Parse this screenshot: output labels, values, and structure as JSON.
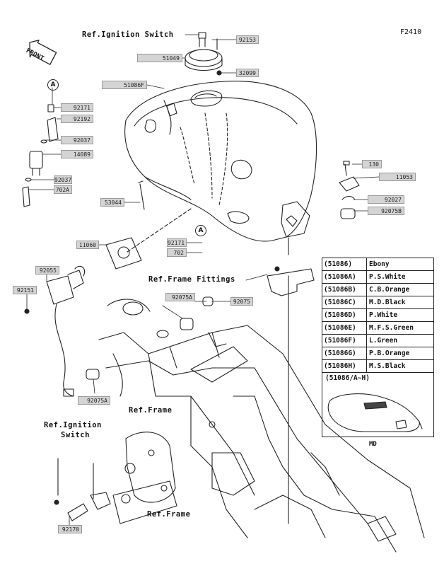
{
  "figure_code": "F2410",
  "front_label": "FRONT",
  "refs": {
    "ignition_top": "Ref.Ignition Switch",
    "frame_fittings": "Ref.Frame Fittings",
    "frame_mid": "Ref.Frame",
    "ignition_bottom_1": "Ref.Ignition",
    "ignition_bottom_2": "Switch",
    "frame_bottom": "Ref.Frame"
  },
  "callouts": [
    "A",
    "A"
  ],
  "part_numbers": [
    {
      "id": "92153",
      "label": "92153"
    },
    {
      "id": "51049",
      "label": "51049"
    },
    {
      "id": "32099",
      "label": "32099"
    },
    {
      "id": "51086F",
      "label": "51086F"
    },
    {
      "id": "92171a",
      "label": "92171"
    },
    {
      "id": "92192",
      "label": "92192"
    },
    {
      "id": "92037a",
      "label": "92037"
    },
    {
      "id": "14089",
      "label": "14089"
    },
    {
      "id": "92037b",
      "label": "92037"
    },
    {
      "id": "702A",
      "label": "702A"
    },
    {
      "id": "53044",
      "label": "53044"
    },
    {
      "id": "11060",
      "label": "11060"
    },
    {
      "id": "92171b",
      "label": "92171"
    },
    {
      "id": "702",
      "label": "702"
    },
    {
      "id": "130",
      "label": "130"
    },
    {
      "id": "11053",
      "label": "11053"
    },
    {
      "id": "92027",
      "label": "92027"
    },
    {
      "id": "92075B",
      "label": "92075B"
    },
    {
      "id": "92055",
      "label": "92055"
    },
    {
      "id": "92151",
      "label": "92151"
    },
    {
      "id": "92075A_top",
      "label": "92075A"
    },
    {
      "id": "92075",
      "label": "92075"
    },
    {
      "id": "92075A_bot",
      "label": "92075A"
    },
    {
      "id": "92170",
      "label": "92170"
    }
  ],
  "color_table": [
    {
      "code": "(51086)",
      "name": "Ebony"
    },
    {
      "code": "(51086A)",
      "name": "P.S.White"
    },
    {
      "code": "(51086B)",
      "name": "C.B.Orange"
    },
    {
      "code": "(51086C)",
      "name": "M.D.Black"
    },
    {
      "code": "(51086D)",
      "name": "P.White"
    },
    {
      "code": "(51086E)",
      "name": "M.F.S.Green"
    },
    {
      "code": "(51086F)",
      "name": "L.Green"
    },
    {
      "code": "(51086G)",
      "name": "P.B.Orange"
    },
    {
      "code": "(51086H)",
      "name": "M.S.Black"
    }
  ],
  "inset": {
    "title": "(51086/A~H)",
    "caption": "MD"
  }
}
